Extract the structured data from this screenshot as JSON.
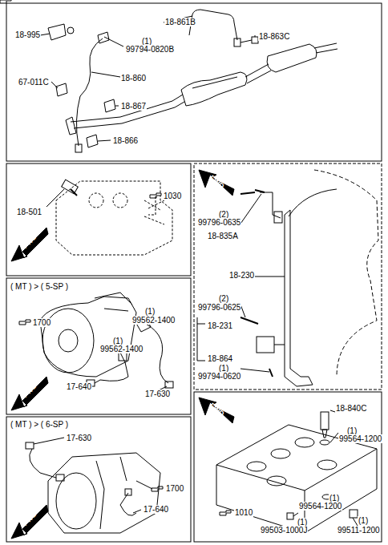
{
  "diagram": {
    "labels": [
      "18-995",
      "18-861B",
      "18-863C",
      "(1)",
      "99794-0820B",
      "18-860",
      "67-011C",
      "18-867",
      "18-866",
      "18-501",
      "1030",
      "FWD",
      "FWD",
      "(2)",
      "99796-0635",
      "18-835A",
      "18-230",
      "(2)",
      "99796-0625",
      "18-231",
      "18-864",
      "(1)",
      "99794-0620",
      "( MT ) > ( 5-SP )",
      "1700",
      "(1)",
      "99562-1400",
      "(1)",
      "99562-1400",
      "FWD",
      "17-640",
      "17-630",
      "( MT ) > ( 6-SP )",
      "17-630",
      "1700",
      "FWD",
      "17-640",
      "FWD",
      "18-840C",
      "(1)",
      "99564-1200",
      "1010",
      "(1)",
      "99564-1200",
      "(1)",
      "99503-1000J",
      "(1)",
      "99511-1200"
    ]
  }
}
